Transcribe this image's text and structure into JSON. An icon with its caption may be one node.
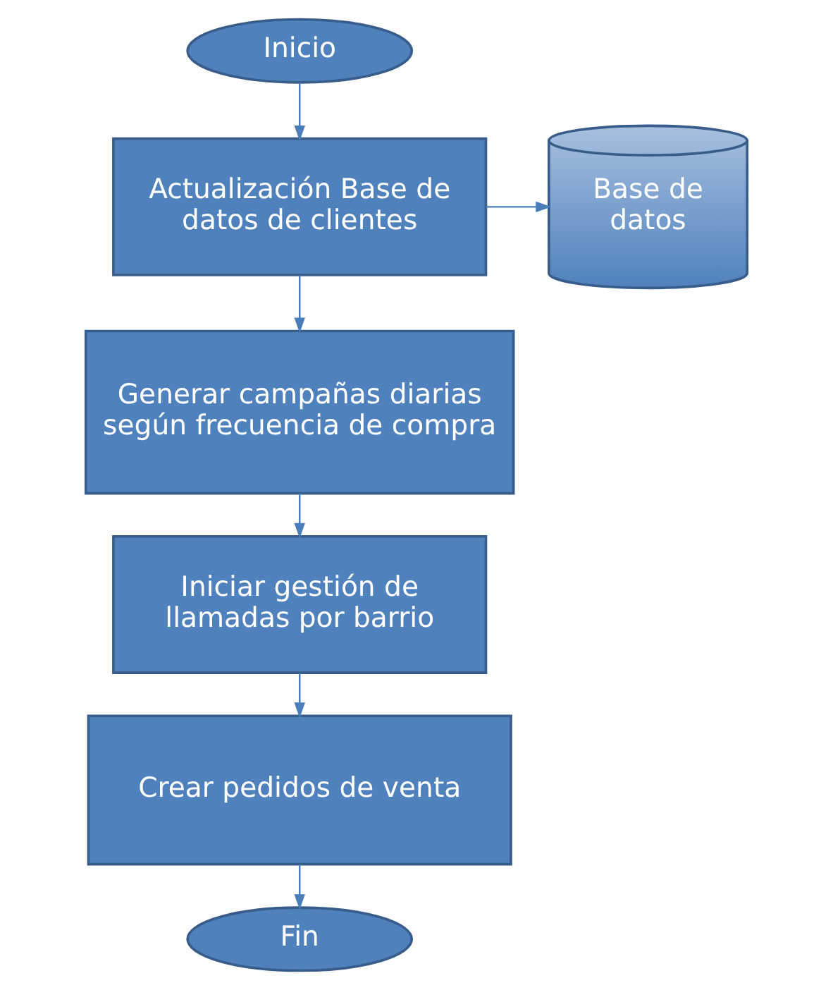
{
  "diagram": {
    "nodes": [
      {
        "text": [
          "Inicio"
        ]
      },
      {
        "text": [
          "Base de datos"
        ]
      },
      {
        "text": [
          "Actualización Base de datos de clientes"
        ]
      },
      {
        "text": [
          "Generar campañas diarias según frecuencia de compra"
        ]
      },
      {
        "text": [
          "Iniciar gestión de llamadas por barrio"
        ]
      },
      {
        "text": [
          "Crear pedidos de venta"
        ]
      },
      {
        "text": [
          "Fin"
        ]
      }
    ],
    "edges": [
      {
        "from": 0,
        "to": 2,
        "arrow": "to"
      },
      {
        "from": 2,
        "to": 1,
        "arrow": "to"
      },
      {
        "from": 2,
        "to": 3,
        "arrow": "to"
      },
      {
        "from": 3,
        "to": 4,
        "arrow": "to"
      },
      {
        "from": 4,
        "to": 5,
        "arrow": "to"
      },
      {
        "from": 5,
        "to": 6,
        "arrow": "to"
      }
    ]
  }
}
